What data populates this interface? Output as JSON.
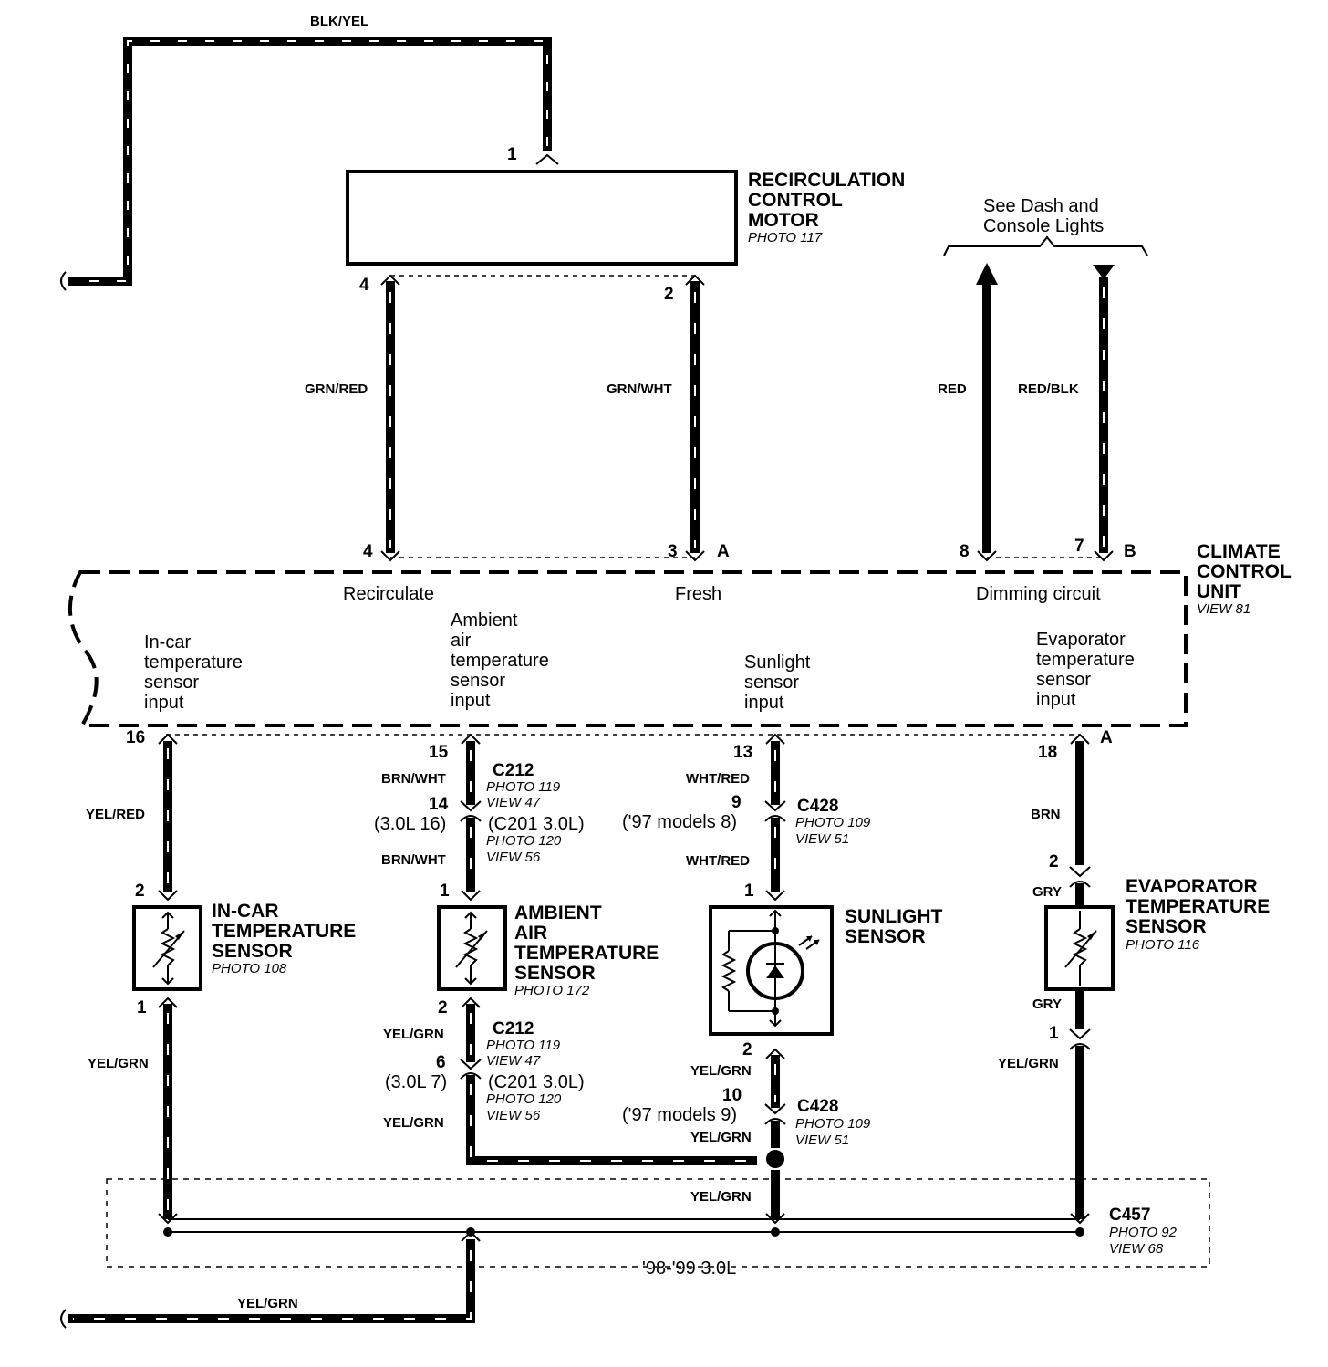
{
  "recirc_motor": {
    "title": [
      "RECIRCULATION",
      "CONTROL",
      "MOTOR"
    ],
    "photo": "PHOTO 117",
    "pin_top": "1",
    "pin_left": "4",
    "pin_right": "2"
  },
  "top_wire": {
    "color": "BLK/YEL"
  },
  "motor_wires": {
    "left_color": "GRN/RED",
    "right_color": "GRN/WHT"
  },
  "dash_lights": {
    "note": [
      "See Dash and",
      "Console Lights"
    ],
    "left_color": "RED",
    "right_color": "RED/BLK"
  },
  "climate_unit": {
    "title": [
      "CLIMATE",
      "CONTROL",
      "UNIT"
    ],
    "view": "VIEW 81",
    "top_pins": {
      "p4": "4",
      "p3": "3",
      "pA": "A",
      "p8": "8",
      "p7": "7",
      "pB": "B"
    },
    "functions": {
      "recirculate": "Recirculate",
      "fresh": "Fresh",
      "dimming": "Dimming circuit"
    },
    "inputs": {
      "incar": [
        "In-car",
        "temperature",
        "sensor",
        "input"
      ],
      "ambient": [
        "Ambient",
        "air",
        "temperature",
        "sensor",
        "input"
      ],
      "sunlight": [
        "Sunlight",
        "sensor",
        "input"
      ],
      "evaporator": [
        "Evaporator",
        "temperature",
        "sensor",
        "input"
      ]
    },
    "bottom_pins": {
      "p16": "16",
      "p15": "15",
      "p13": "13",
      "p18": "18",
      "pA": "A"
    }
  },
  "incar_sensor": {
    "title": [
      "IN-CAR",
      "TEMPERATURE",
      "SENSOR"
    ],
    "photo": "PHOTO 108",
    "pin_top": "2",
    "pin_bottom": "1",
    "wire_top": "YEL/RED",
    "wire_bottom": "YEL/GRN"
  },
  "ambient_sensor": {
    "title": [
      "AMBIENT",
      "AIR",
      "TEMPERATURE",
      "SENSOR"
    ],
    "photo": "PHOTO 172",
    "pin_top": "1",
    "pin_bottom": "2",
    "upper": {
      "wire_a": "BRN/WHT",
      "pin_mid": "14",
      "alt_pin": "(3.0L 16)",
      "wire_b": "BRN/WHT",
      "conn": "C212",
      "photo_a": "PHOTO 119",
      "view_a": "VIEW 47",
      "conn_b": "(C201 3.0L)",
      "photo_b": "PHOTO 120",
      "view_b": "VIEW 56"
    },
    "lower": {
      "wire_a": "YEL/GRN",
      "pin_mid": "6",
      "alt_pin": "(3.0L 7)",
      "wire_b": "YEL/GRN",
      "conn": "C212",
      "photo_a": "PHOTO 119",
      "view_a": "VIEW 47",
      "conn_b": "(C201 3.0L)",
      "photo_b": "PHOTO 120",
      "view_b": "VIEW 56"
    }
  },
  "sunlight_sensor": {
    "title": [
      "SUNLIGHT",
      "SENSOR"
    ],
    "pin_top": "1",
    "pin_bottom": "2",
    "upper": {
      "wire_a": "WHT/RED",
      "pin_mid": "9",
      "alt_pin": "('97 models 8)",
      "wire_b": "WHT/RED",
      "conn": "C428",
      "photo": "PHOTO 109",
      "view": "VIEW 51"
    },
    "lower": {
      "wire_a": "YEL/GRN",
      "pin_mid": "10",
      "alt_pin": "('97 models 9)",
      "wire_b": "YEL/GRN",
      "conn": "C428",
      "photo": "PHOTO 109",
      "view": "VIEW 51"
    },
    "below_splice": "YEL/GRN"
  },
  "evap_sensor": {
    "title": [
      "EVAPORATOR",
      "TEMPERATURE",
      "SENSOR"
    ],
    "photo": "PHOTO 116",
    "pin_top": "2",
    "pin_bottom": "1",
    "wire_top": "BRN",
    "wire_top_inner": "GRY",
    "wire_bottom_inner": "GRY",
    "wire_bottom": "YEL/GRN"
  },
  "c457": {
    "name": "C457",
    "photo": "PHOTO 92",
    "view": "VIEW 68",
    "note": "'98-'99 3.0L"
  },
  "ground_wire": {
    "color": "YEL/GRN"
  }
}
